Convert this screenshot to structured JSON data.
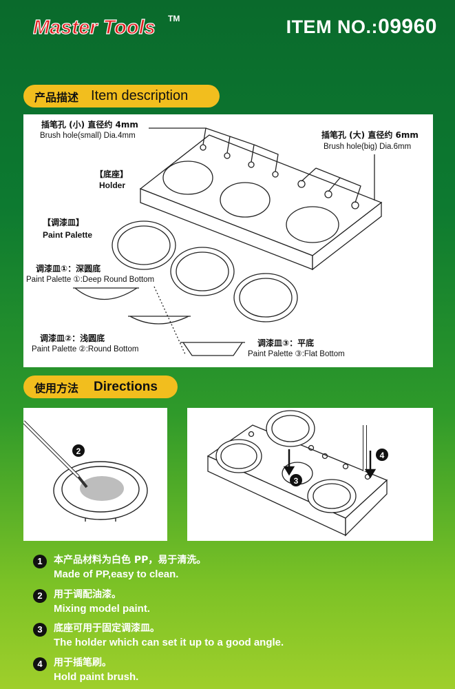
{
  "brand": {
    "logo_text": "Master Tools",
    "tm": "TM"
  },
  "header": {
    "item_label": "ITEM NO.:",
    "item_number": "09960"
  },
  "section_description": {
    "title_zh": "产品描述",
    "title_en": "Item description",
    "labels": {
      "brush_small_zh": "插笔孔 (小) 直径约 4mm",
      "brush_small_en": "Brush hole(small) Dia.4mm",
      "brush_big_zh": "插笔孔 (大) 直径约 6mm",
      "brush_big_en": "Brush hole(big) Dia.6mm",
      "holder_zh": "【底座】",
      "holder_en": "Holder",
      "palette_zh": "【调漆皿】",
      "palette_en": "Paint Palette",
      "palette1_zh": "调漆皿①：深圆底",
      "palette1_en": "Paint Palette ①:Deep Round Bottom",
      "palette2_zh": "调漆皿②：浅圆底",
      "palette2_en": "Paint Palette ②:Round Bottom",
      "palette3_zh": "调漆皿③：平底",
      "palette3_en": "Paint Palette ③:Flat Bottom"
    }
  },
  "section_directions": {
    "title_zh": "使用方法",
    "title_en": "Directions",
    "callouts": [
      "2",
      "3",
      "4"
    ],
    "items": [
      {
        "num": "1",
        "zh": "本产品材料为白色 PP，易于清洗。",
        "en": "Made of PP,easy to clean."
      },
      {
        "num": "2",
        "zh": "用于调配油漆。",
        "en": "Mixing model paint."
      },
      {
        "num": "3",
        "zh": "底座可用于固定调漆皿。",
        "en": "The holder which can set it up to a good angle."
      },
      {
        "num": "4",
        "zh": "用于插笔刷。",
        "en": "Hold paint brush."
      }
    ]
  }
}
